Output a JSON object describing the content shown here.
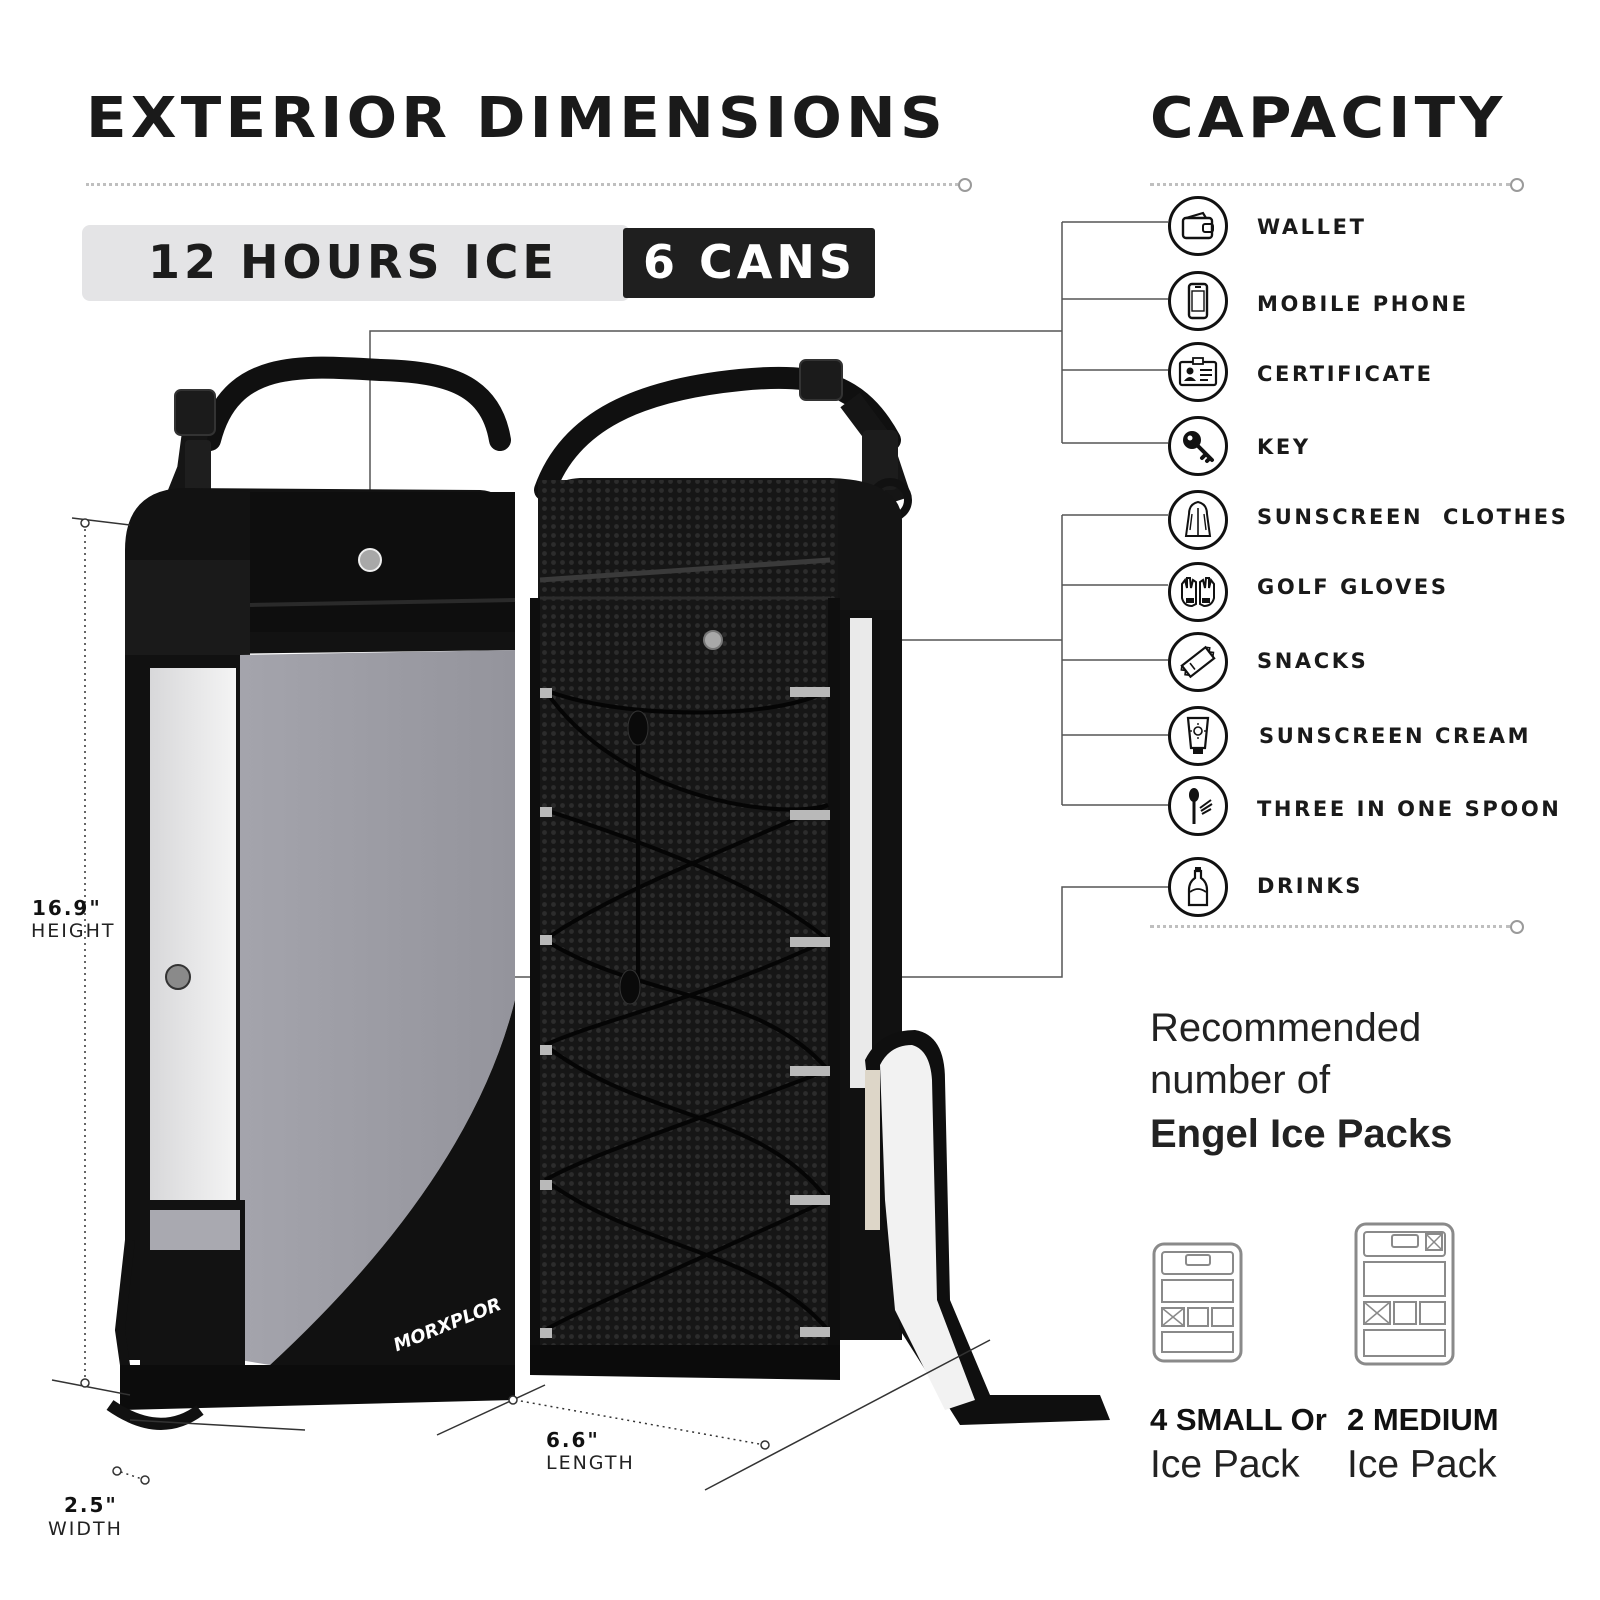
{
  "header": {
    "left_title": "EXTERIOR DIMENSIONS",
    "right_title": "CAPACITY"
  },
  "badges": {
    "ice": "12 HOURS ICE",
    "cans": "6 CANS"
  },
  "capacity_items": [
    {
      "label": "WALLET",
      "icon": "wallet-icon"
    },
    {
      "label": "MOBILE PHONE",
      "icon": "mobile-phone-icon"
    },
    {
      "label": "CERTIFICATE",
      "icon": "certificate-icon"
    },
    {
      "label": "KEY",
      "icon": "key-icon"
    },
    {
      "label": "SUNSCREEN  CLOTHES",
      "icon": "sunscreen-clothes-icon"
    },
    {
      "label": "GOLF GLOVES",
      "icon": "golf-gloves-icon"
    },
    {
      "label": "SNACKS",
      "icon": "snacks-icon"
    },
    {
      "label": "SUNSCREEN CREAM",
      "icon": "sunscreen-cream-icon"
    },
    {
      "label": "THREE IN ONE SPOON",
      "icon": "spoon-icon"
    },
    {
      "label": "DRINKS",
      "icon": "drinks-icon"
    }
  ],
  "dimensions": {
    "height_value": "16.9\"",
    "height_label": "HEIGHT",
    "length_value": "6.6\"",
    "length_label": "LENGTH",
    "width_value": "2.5\"",
    "width_label": "WIDTH"
  },
  "product": {
    "brand": "MORXPLOR"
  },
  "recommendation": {
    "line1": "Recommended",
    "line2": "number of",
    "line3": "Engel Ice Packs"
  },
  "ice_packs": [
    {
      "title": "4 SMALL Or",
      "subtitle": "Ice Pack"
    },
    {
      "title": "2 MEDIUM",
      "subtitle": "Ice Pack"
    }
  ],
  "colors": {
    "panel_grey": "#9d9da6",
    "bag_black": "#141414",
    "badge_light": "#e4e4e6",
    "badge_dark": "#1f1f1f"
  }
}
